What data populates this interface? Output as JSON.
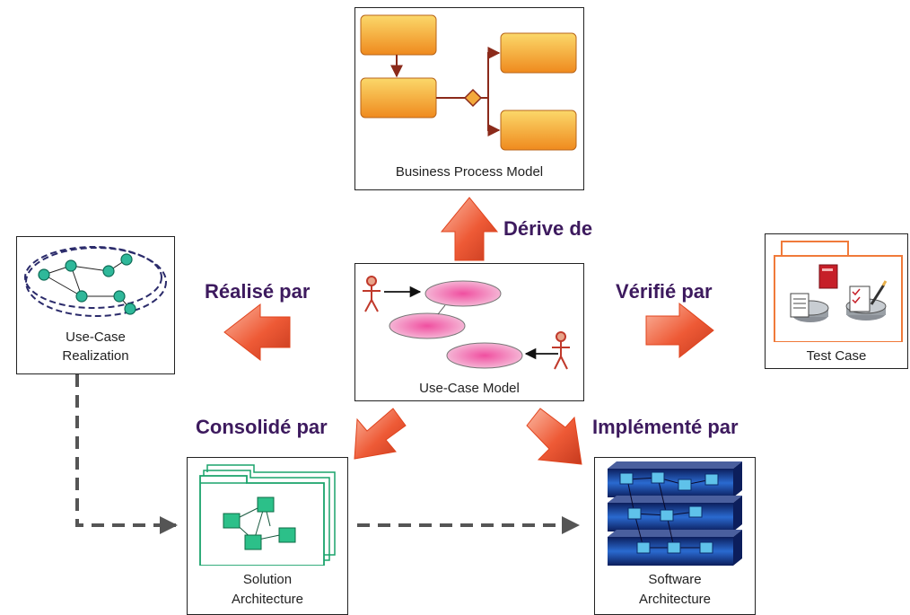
{
  "nodes": {
    "business_process": "Business Process Model",
    "use_case_model": "Use-Case Model",
    "use_case_realization_line1": "Use-Case",
    "use_case_realization_line2": "Realization",
    "test_case": "Test Case",
    "solution_arch_line1": "Solution",
    "solution_arch_line2": "Architecture",
    "software_arch_line1": "Software",
    "software_arch_line2": "Architecture"
  },
  "relations": {
    "derive": "Dérive de",
    "realise": "Réalisé par",
    "verifie": "Vérifié par",
    "consolide": "Consolidé par",
    "implemente": "Implémenté par"
  },
  "colors": {
    "arrow_red": "#e84c2c",
    "relation_text": "#3d1a5e",
    "process_box": "#f2a93b",
    "flow_line": "#8b2a1a",
    "ellipse_pink": "#f0a8d0",
    "actor": "#c0392b",
    "realization_node": "#2fb89a",
    "solution_green": "#1aa36b",
    "software_blue": "#1a3f8c"
  }
}
